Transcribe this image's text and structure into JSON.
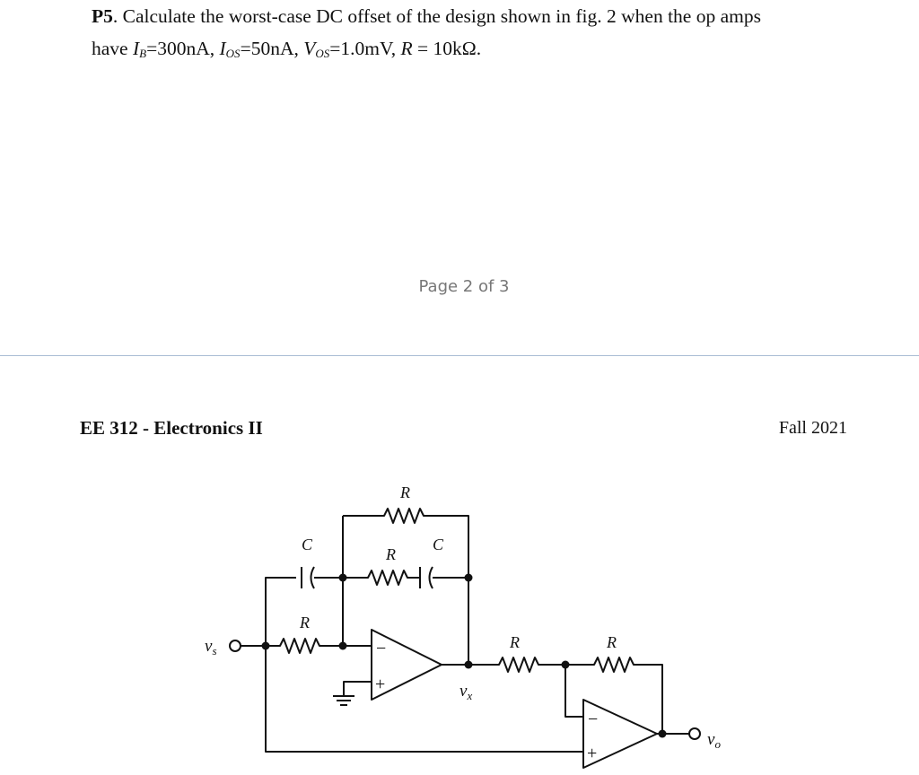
{
  "problem": {
    "number": "P5",
    "text_line1": ". Calculate the worst-case DC offset of the design shown in fig. 2 when the op amps",
    "have": "have ",
    "ib_sym": "I",
    "ib_sub": "B",
    "ib_val": "=300nA, ",
    "ios_sym": "I",
    "ios_sub": "OS",
    "ios_val": "=50nA, ",
    "vos_sym": "V",
    "vos_sub": "OS",
    "vos_val": "=1.0mV, ",
    "r_sym": "R",
    "r_val": " = 10kΩ."
  },
  "page_number": "Page 2 of 3",
  "header": {
    "course": "EE 312 - Electronics II",
    "term": "Fall 2021"
  },
  "circuit": {
    "label_vs": "vs",
    "label_vx": "vx",
    "label_vo": "vo",
    "label_r_top": "R",
    "label_r_mid": "R",
    "label_r_in": "R",
    "label_r_out1": "R",
    "label_r_out2": "R",
    "label_c_left": "C",
    "label_c_right": "C",
    "minus_sign": "−",
    "plus_sign": "+"
  }
}
